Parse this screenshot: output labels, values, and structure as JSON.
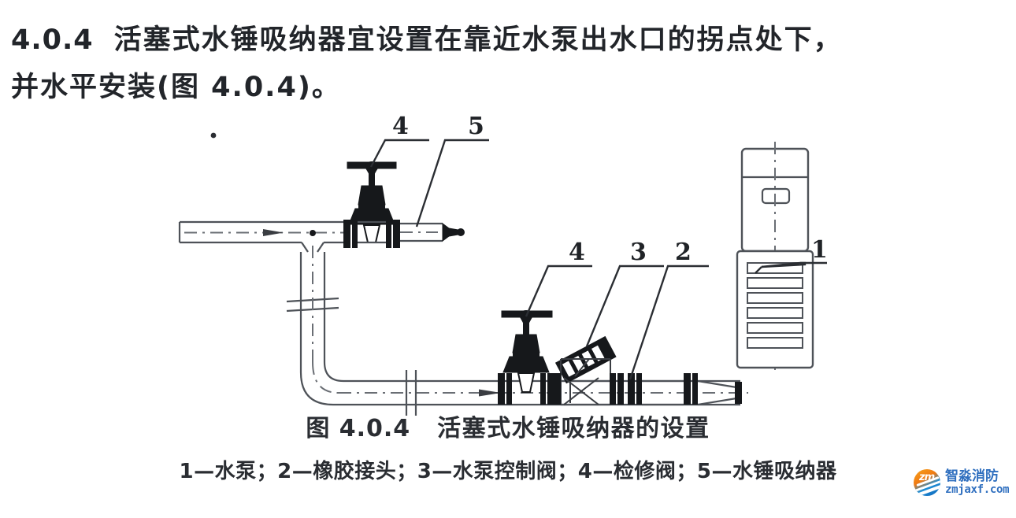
{
  "document": {
    "clause": {
      "number": "4.0.4",
      "line1": "活塞式水锤吸纳器宜设置在靠近水泵出水口的拐点处下，",
      "line2": "并水平安装(图 4.0.4)。"
    },
    "figure": {
      "caption_number": "图 4.0.4",
      "caption_title": "活塞式水锤吸纳器的设置",
      "legend": "1—水泵；2—橡胶接头；3—水泵控制阀；4—检修阀；5—水锤吸纳器",
      "callouts": {
        "upper_valve": "4",
        "arrestor": "5",
        "lower_valve": "4",
        "control_valve": "3",
        "rubber_joint": "2",
        "pump": "1"
      },
      "parts": [
        {
          "id": "1",
          "name": "水泵"
        },
        {
          "id": "2",
          "name": "橡胶接头"
        },
        {
          "id": "3",
          "name": "水泵控制阀"
        },
        {
          "id": "4",
          "name": "检修阀"
        },
        {
          "id": "5",
          "name": "水锤吸纳器"
        }
      ]
    }
  },
  "watermark": {
    "logo_text": "zm",
    "brand_cn": "智淼消防",
    "url": "zmjaxf.com",
    "brand_color": "#2f6fbf",
    "logo_warm": "#f08a15",
    "logo_cool": "#1272c8"
  },
  "page": {
    "background": "#ffffff",
    "ink": "#22252a"
  }
}
